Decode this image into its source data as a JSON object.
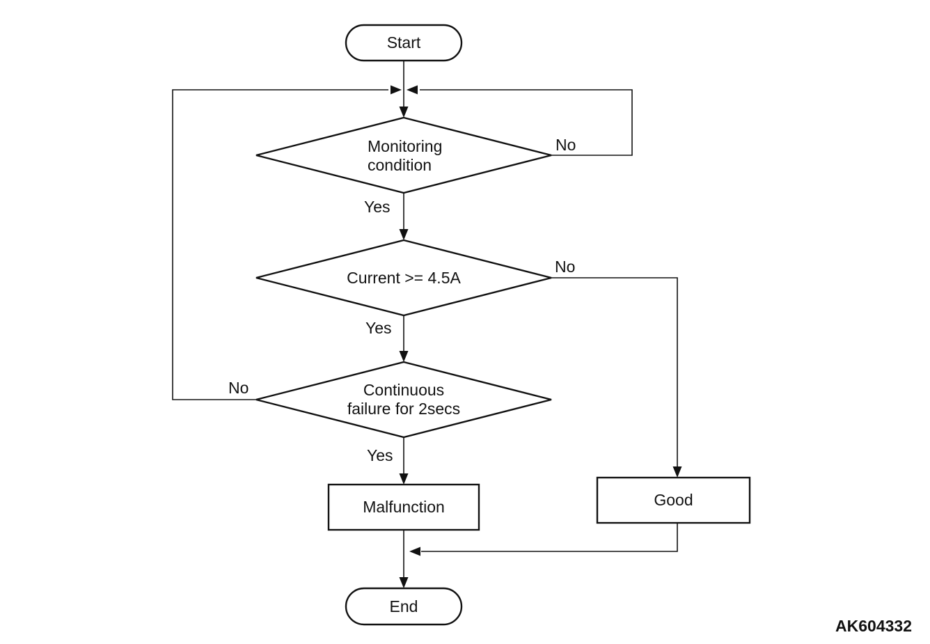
{
  "figure_code": "AK604332",
  "colors": {
    "line": "#111111",
    "background": "#ffffff"
  },
  "nodes": {
    "start": {
      "shape": "terminator",
      "label": "Start"
    },
    "monitoring_condition": {
      "shape": "decision",
      "line1": "Monitoring",
      "line2": "condition"
    },
    "current_check": {
      "shape": "decision",
      "label": "Current >= 4.5A"
    },
    "continuous_failure": {
      "shape": "decision",
      "line1": "Continuous",
      "line2": "failure for 2secs"
    },
    "malfunction": {
      "shape": "process",
      "label": "Malfunction"
    },
    "good": {
      "shape": "process",
      "label": "Good"
    },
    "end": {
      "shape": "terminator",
      "label": "End"
    }
  },
  "edge_labels": {
    "monitoring_yes": "Yes",
    "monitoring_no": "No",
    "current_yes": "Yes",
    "current_no": "No",
    "continuous_yes": "Yes",
    "continuous_no": "No"
  }
}
